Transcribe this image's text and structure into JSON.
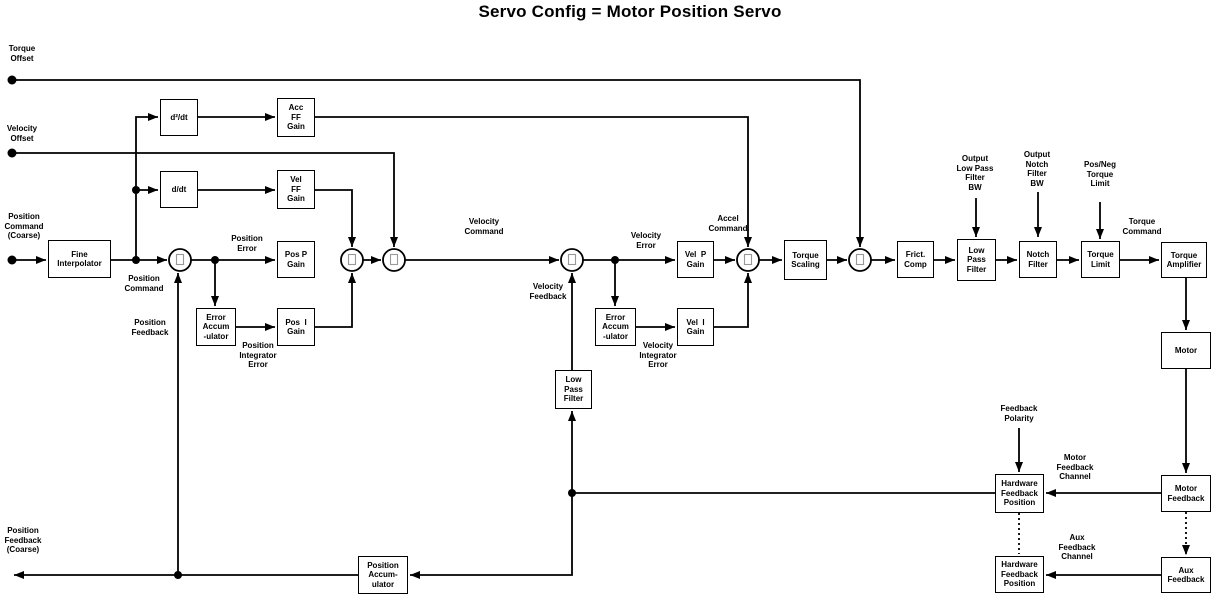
{
  "title": "Servo Config = Motor Position Servo",
  "colors": {
    "line": "#000000",
    "background": "#ffffff",
    "sum_glyph_box": "#999999"
  },
  "icons": {
    "sum_junction": "missing-glyph-box-icon",
    "terminal": "filled-dot",
    "arrowhead": "filled-triangle"
  },
  "terminals": {
    "torque_offset": "Torque\nOffset",
    "velocity_offset": "Velocity\nOffset",
    "position_command_coarse": "Position\nCommand\n(Coarse)",
    "position_feedback_coarse": "Position\nFeedback\n(Coarse)"
  },
  "blocks": {
    "fine_interpolator": "Fine\nInterpolator",
    "d2_dt": "d²/dt",
    "d_dt": "d/dt",
    "acc_ff_gain": "Acc\nFF\nGain",
    "vel_ff_gain": "Vel\nFF\nGain",
    "pos_p_gain": "Pos P\nGain",
    "pos_i_gain": "Pos  I\nGain",
    "error_accumulator_pos": "Error\nAccum\n-ulator",
    "error_accumulator_vel": "Error\nAccum\n-ulator",
    "low_pass_filter_vel": "Low\nPass\nFilter",
    "vel_p_gain": "Vel  P\nGain",
    "vel_i_gain": "Vel  I\nGain",
    "torque_scaling": "Torque\nScaling",
    "frict_comp": "Frict.\nComp",
    "low_pass_filter_out": "Low\nPass\nFilter",
    "notch_filter": "Notch\nFilter",
    "torque_limit": "Torque\nLimit",
    "torque_amplifier": "Torque\nAmplifier",
    "motor": "Motor",
    "motor_feedback": "Motor\nFeedback",
    "aux_feedback": "Aux\nFeedback",
    "hardware_feedback_position_motor": "Hardware\nFeedback\nPosition",
    "hardware_feedback_position_aux": "Hardware\nFeedback\nPosition",
    "position_accumulator": "Position\nAccum-\nulator"
  },
  "signals": {
    "position_command": "Position\nCommand",
    "position_error": "Position\nError",
    "position_feedback": "Position\nFeedback",
    "position_integrator_error": "Position\nIntegrator\nError",
    "velocity_command": "Velocity\nCommand",
    "velocity_feedback": "Velocity\nFeedback",
    "velocity_error": "Velocity\nError",
    "velocity_integrator_error": "Velocity\nIntegrator\nError",
    "accel_command": "Accel\nCommand",
    "torque_command": "Torque\nCommand",
    "output_low_pass_filter_bw": "Output\nLow Pass\nFilter\nBW",
    "output_notch_filter_bw": "Output\nNotch\nFilter\nBW",
    "pos_neg_torque_limit": "Pos/Neg\nTorque\nLimit",
    "feedback_polarity": "Feedback\nPolarity",
    "motor_feedback_channel": "Motor\nFeedback\nChannel",
    "aux_feedback_channel": "Aux\nFeedback\nChannel"
  }
}
